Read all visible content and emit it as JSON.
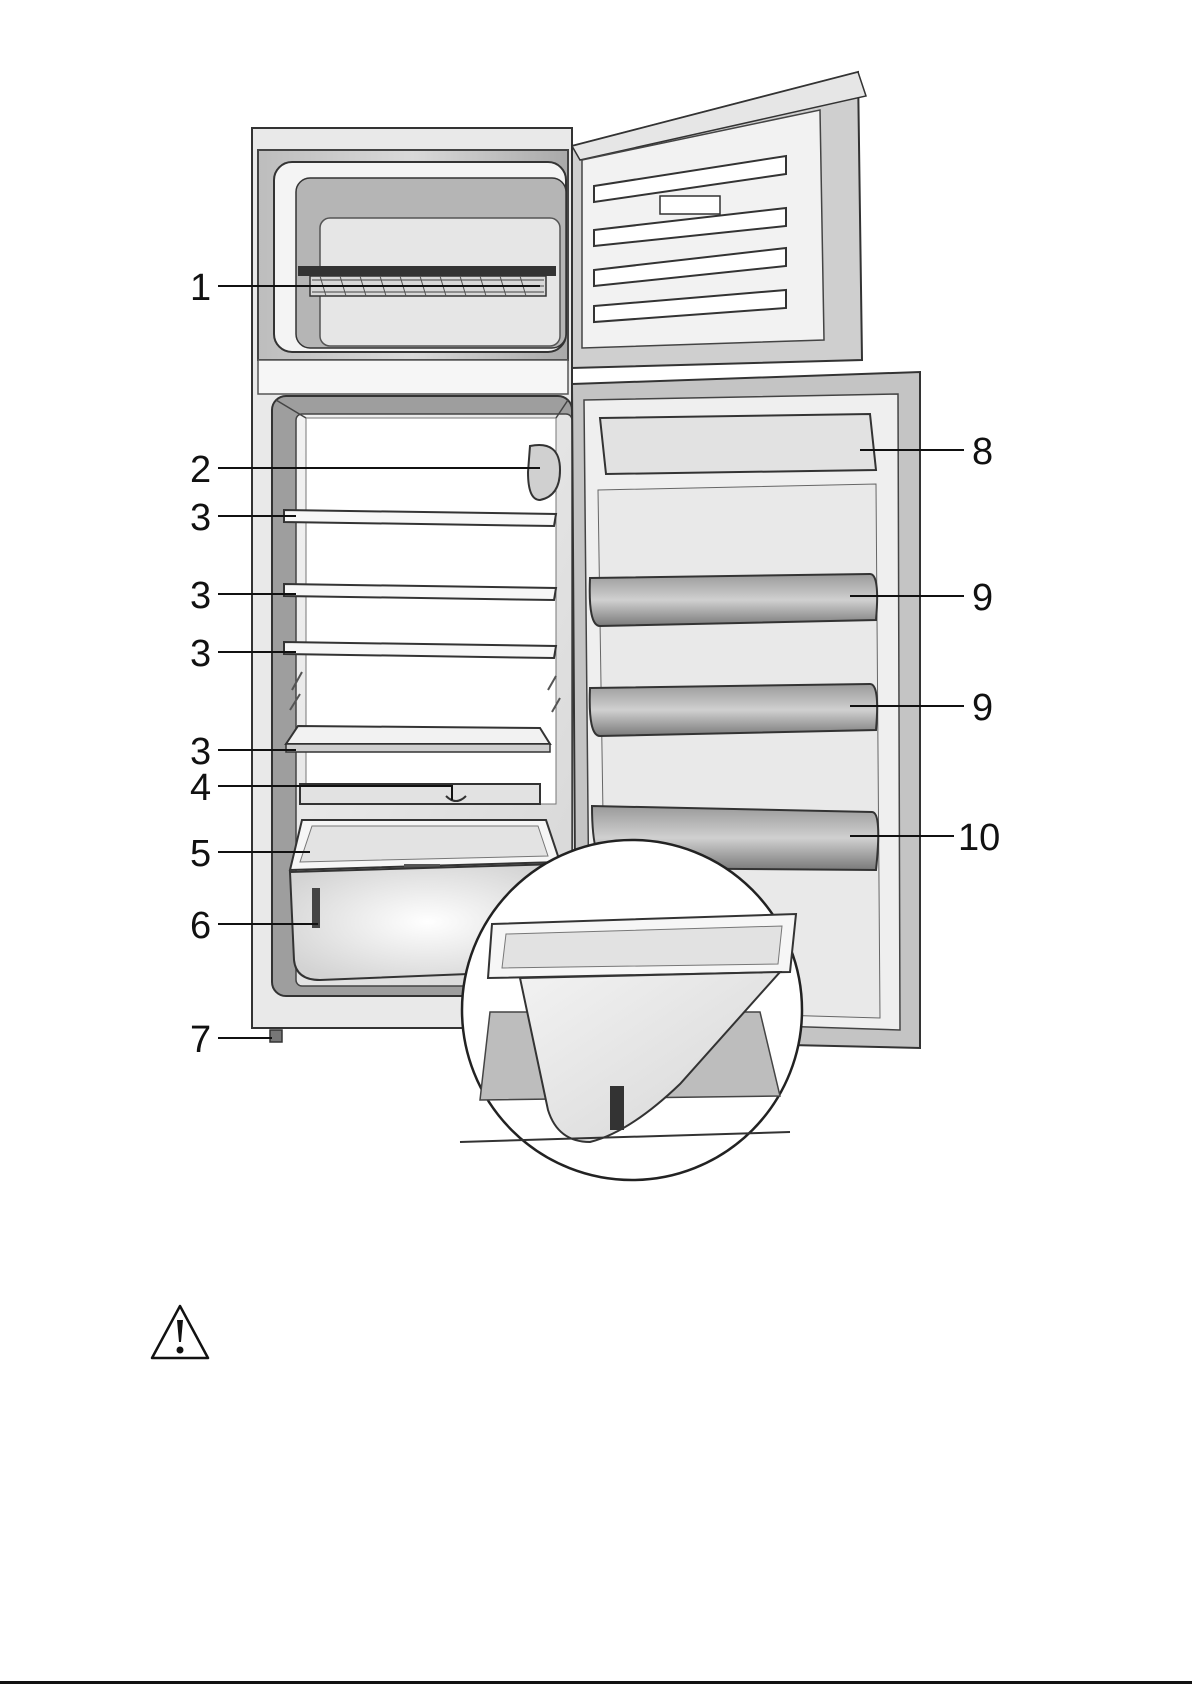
{
  "diagram": {
    "callouts": [
      {
        "id": "c1",
        "label": "1"
      },
      {
        "id": "c2",
        "label": "2"
      },
      {
        "id": "c3a",
        "label": "3"
      },
      {
        "id": "c3b",
        "label": "3"
      },
      {
        "id": "c3c",
        "label": "3"
      },
      {
        "id": "c3d",
        "label": "3"
      },
      {
        "id": "c4",
        "label": "4"
      },
      {
        "id": "c5",
        "label": "5"
      },
      {
        "id": "c6",
        "label": "6"
      },
      {
        "id": "c7",
        "label": "7"
      },
      {
        "id": "c8",
        "label": "8"
      },
      {
        "id": "c9a",
        "label": "9"
      },
      {
        "id": "c9b",
        "label": "9"
      },
      {
        "id": "c10",
        "label": "10"
      }
    ]
  },
  "icons": {
    "warning": "warning-triangle-icon"
  }
}
